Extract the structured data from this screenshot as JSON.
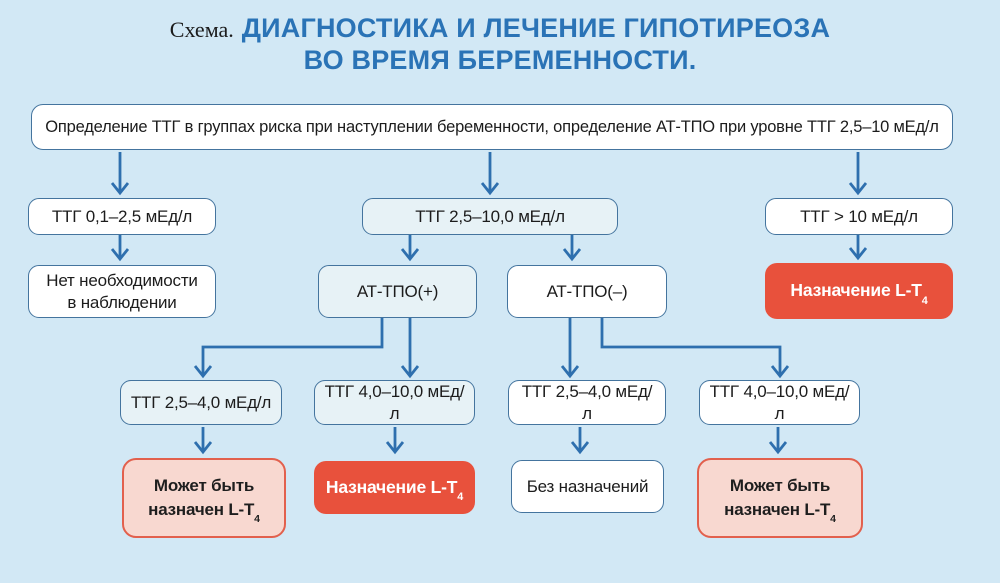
{
  "title": {
    "prefix": "Схема.",
    "line1": "ДИАГНОСТИКА И ЛЕЧЕНИЕ ГИПОТИРЕОЗА",
    "line2": "ВО ВРЕМЯ БЕРЕМЕННОСТИ."
  },
  "colors": {
    "background": "#d2e8f5",
    "title_blue": "#2a73b6",
    "box_border_blue": "#44749e",
    "box_tint_fill": "#e7f2f6",
    "arrow_blue": "#2e6fae",
    "action_red_fill": "#e8513c",
    "maybe_pink_fill": "#f8d8d0",
    "maybe_pink_border": "#e2604d",
    "text_dark": "#1c1c1c"
  },
  "nodes": {
    "screening": "Определение ТТГ в группах риска при наступлении беременности, определение АТ-ТПО при уровне ТТГ 2,5–10 мЕд/л",
    "tsh_low": "ТТГ 0,1–2,5 мЕд/л",
    "tsh_mid": "ТТГ 2,5–10,0 мЕд/л",
    "tsh_high": "ТТГ > 10 мЕд/л",
    "no_observation_line1": "Нет необходимости",
    "no_observation_line2": "в наблюдении",
    "tpo_pos": "АТ-ТПО(+)",
    "tpo_neg": "АТ-ТПО(–)",
    "prescribe_lt4_main": "Назначение L-T",
    "tsh_2_5_4_0": "ТТГ 2,5–4,0 мЕд/л",
    "tsh_4_0_10_0": "ТТГ 4,0–10,0 мЕд/л",
    "maybe_lt4_line1": "Может быть",
    "maybe_lt4_line2_main": "назначен L-T",
    "no_prescription": "Без назначений",
    "sub4": "4"
  }
}
